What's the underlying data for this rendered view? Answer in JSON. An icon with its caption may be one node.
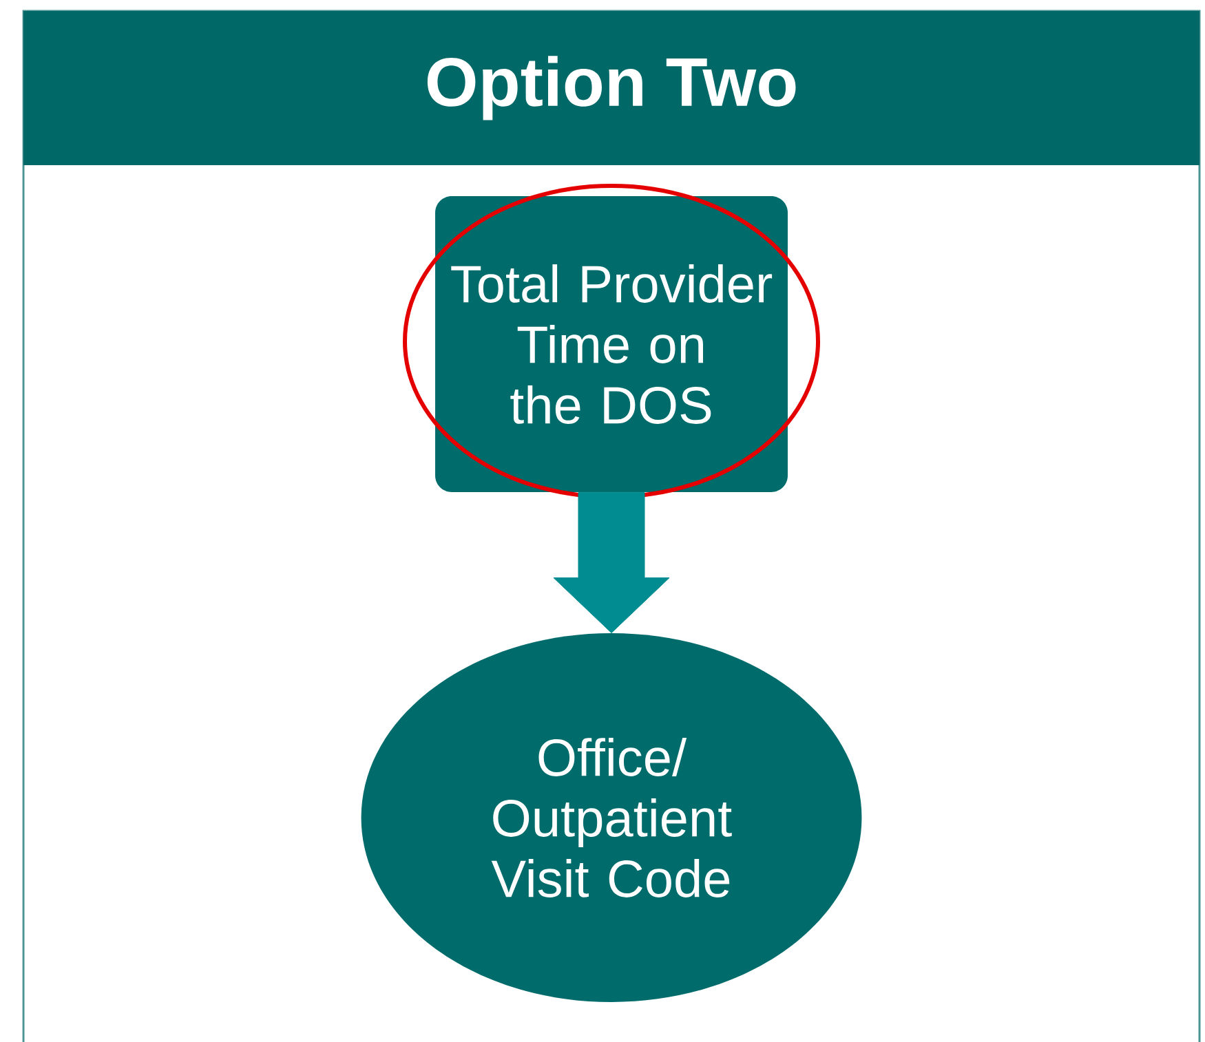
{
  "diagram": {
    "title": "Option Two",
    "nodes": [
      {
        "text": [
          "Total Provider Time on the DOS"
        ]
      },
      {
        "text": [
          "Office/ Outpatient Visit Code"
        ]
      }
    ],
    "edges": [
      {
        "from": 0,
        "to": 1,
        "arrow": "to"
      }
    ]
  }
}
